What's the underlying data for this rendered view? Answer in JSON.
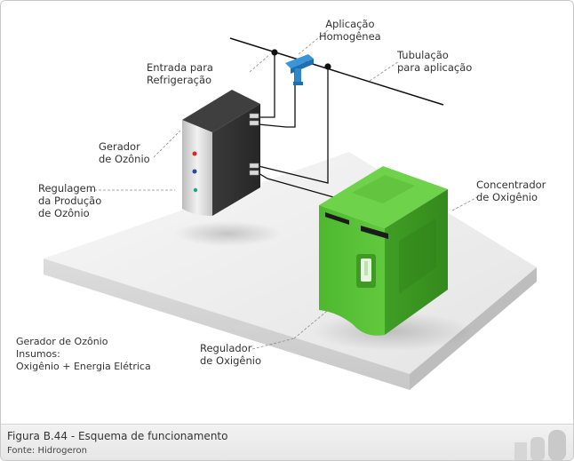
{
  "labels": {
    "aplicacao": [
      "Aplicação",
      "Homogênea"
    ],
    "tubulacao": [
      "Tubulação",
      "para aplicação"
    ],
    "entrada": [
      "Entrada para",
      "Refrigeração"
    ],
    "gerador": [
      "Gerador",
      "de Ozônio"
    ],
    "regulagem": [
      "Regulagem",
      "da Produção",
      "de Ozônio"
    ],
    "concentrador": [
      "Concentrador",
      "de Oxigênio"
    ],
    "regulador": [
      "Regulador",
      "de Oxigênio"
    ],
    "info": [
      "Gerador de Ozônio",
      "Insumos:",
      "Oxigênio + Energia Elétrica"
    ]
  },
  "caption": {
    "title": "Figura B.44 - Esquema de funcionamento",
    "source": "Fonte: Hidrogeron"
  },
  "colors": {
    "generator_body": "#2e2e2e",
    "generator_panel": "#d8d8d8",
    "concentrator": "#5cc23a",
    "pipe_nozzle": "#2f86c8",
    "leader_line": "#8a8a8a",
    "indicator_red": "#e0232a",
    "indicator_blue": "#1f4fa8",
    "indicator_teal": "#1fa38a"
  }
}
